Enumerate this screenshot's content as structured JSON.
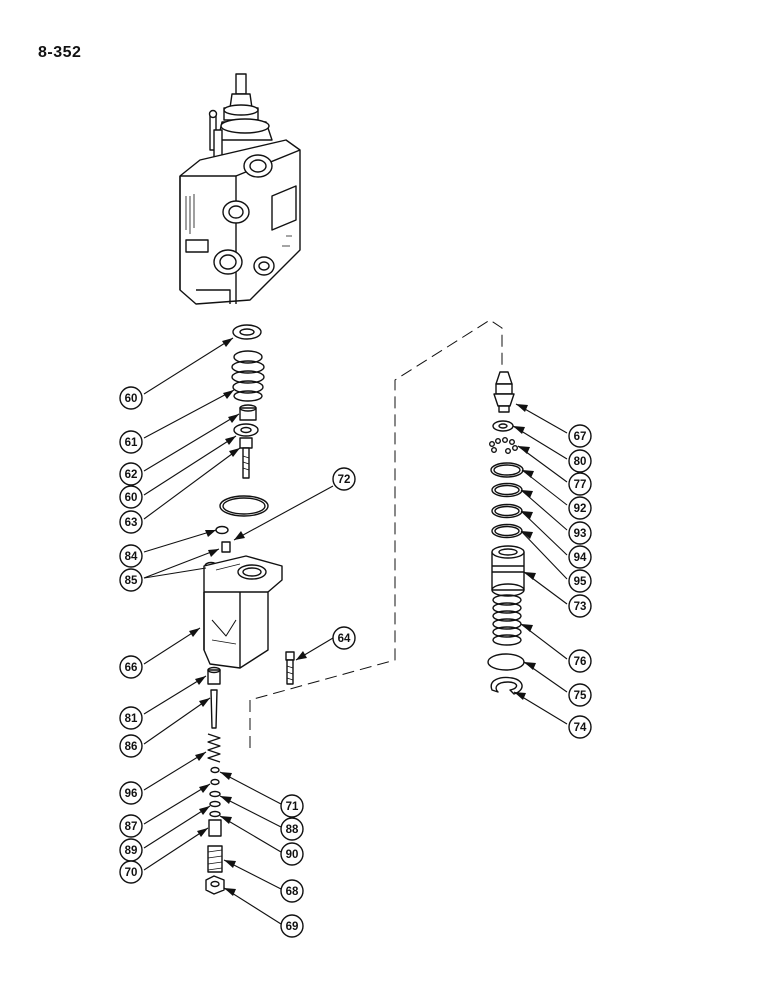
{
  "page": {
    "page_number": "8-352"
  },
  "callouts": [
    "60",
    "61",
    "62",
    "60",
    "63",
    "72",
    "84",
    "85",
    "66",
    "64",
    "81",
    "86",
    "96",
    "71",
    "87",
    "88",
    "89",
    "90",
    "70",
    "68",
    "69",
    "67",
    "80",
    "77",
    "92",
    "93",
    "94",
    "95",
    "73",
    "76",
    "75",
    "74"
  ],
  "colors": {
    "ink": "#111111",
    "paper": "#ffffff"
  }
}
